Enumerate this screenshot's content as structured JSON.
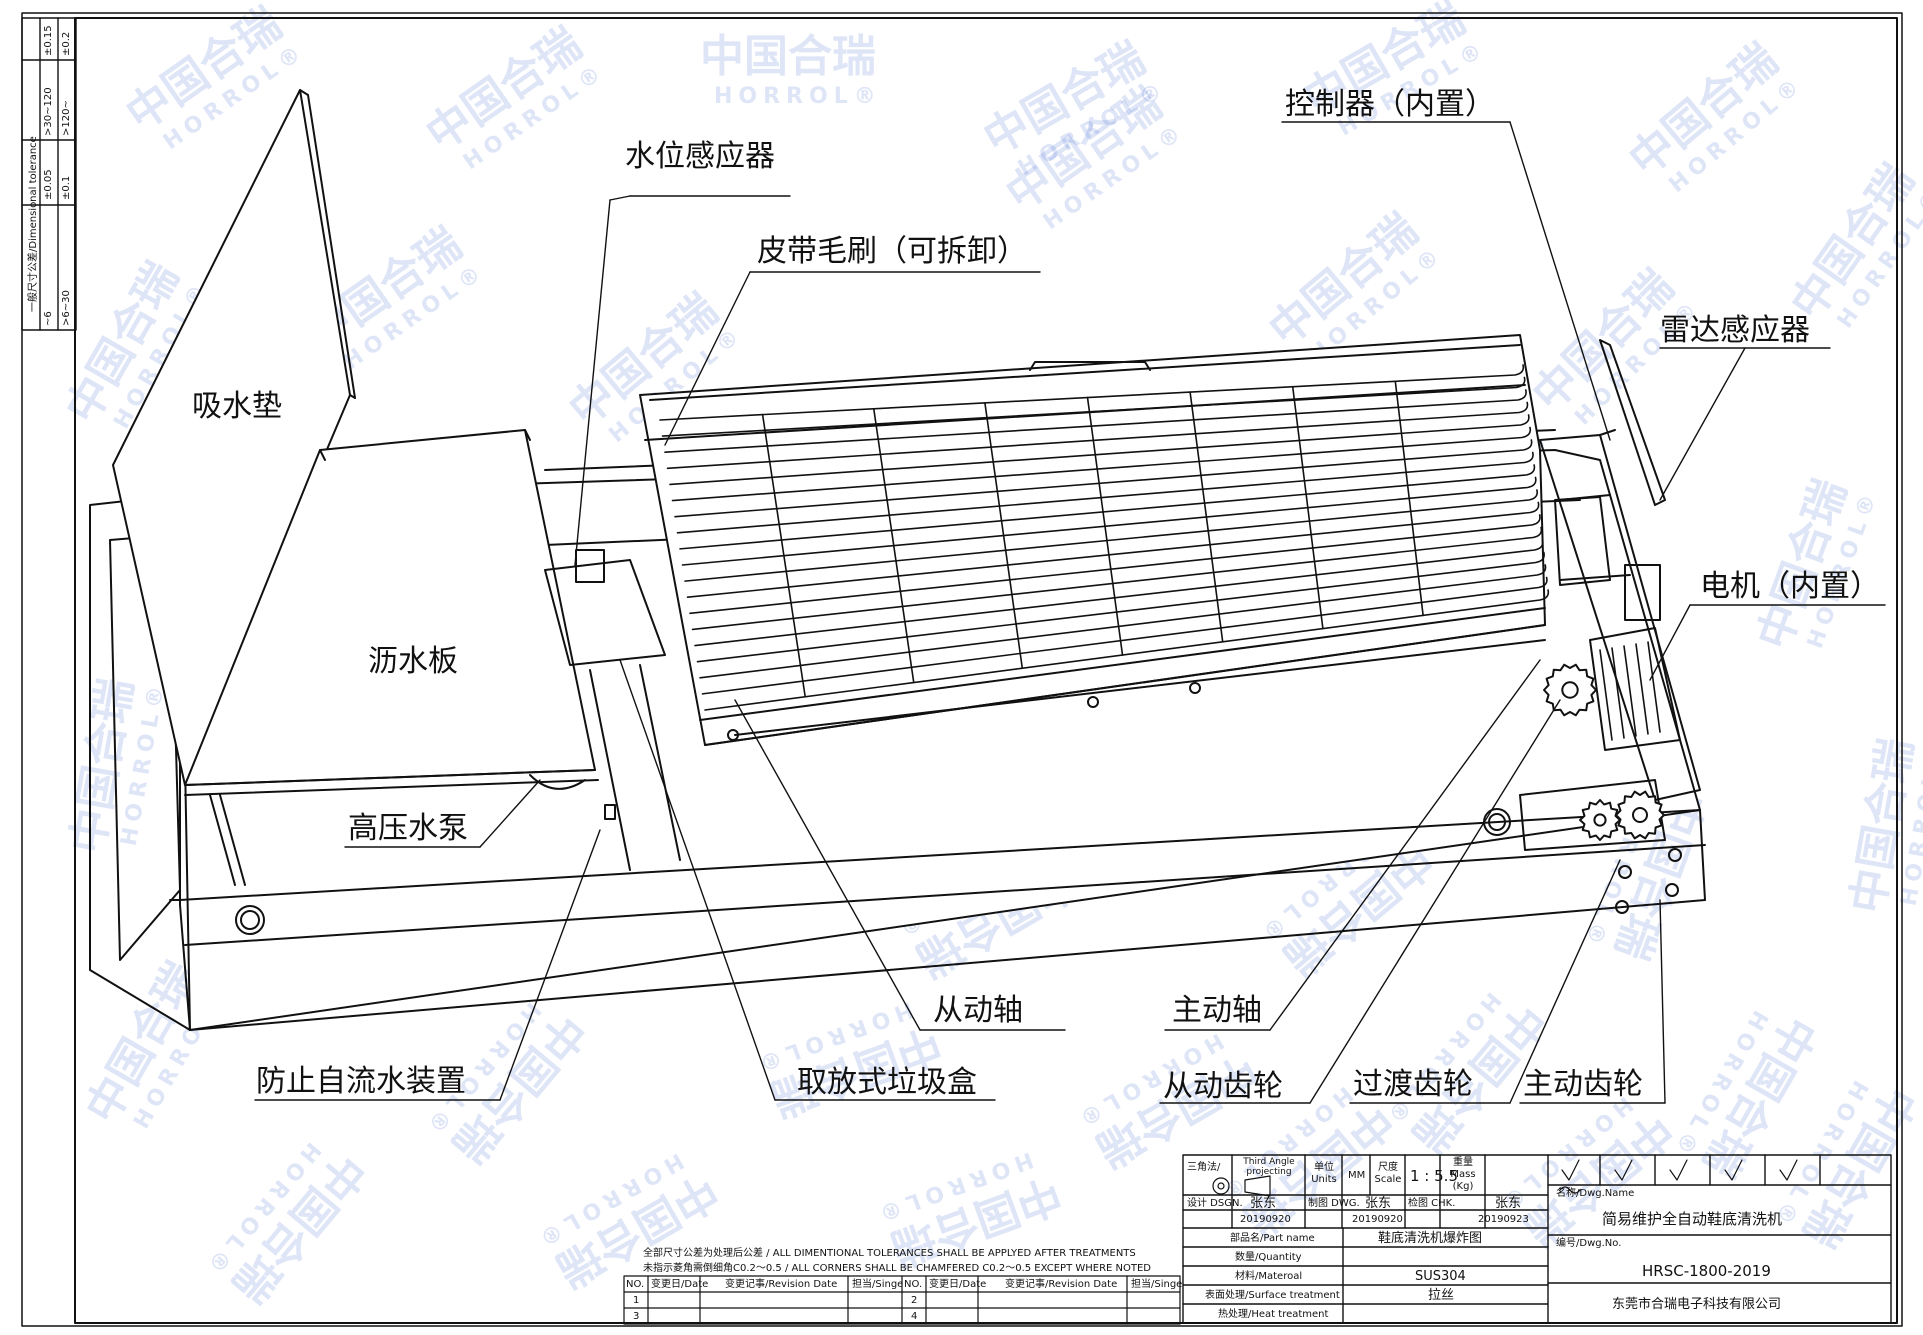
{
  "watermark": {
    "cn": "中国合瑞",
    "en": "HORROL®"
  },
  "labels": {
    "water_level_sensor": "水位感应器",
    "belt_brush": "皮带毛刷（可拆卸）",
    "controller": "控制器（内置）",
    "radar_sensor": "雷达感应器",
    "motor": "电机（内置）",
    "absorbent_pad": "吸水垫",
    "drain_board": "沥水板",
    "hp_pump": "高压水泵",
    "anti_selfflow": "防止自流水装置",
    "removable_bin": "取放式垃圾盒",
    "driven_shaft": "从动轴",
    "drive_shaft": "主动轴",
    "driven_gear": "从动齿轮",
    "transition_gear": "过渡齿轮",
    "drive_gear": "主动齿轮"
  },
  "tolerance": {
    "title": "一般尺寸公差/Dimensional tolerance",
    "r1": [
      "~6",
      "±0.05",
      ">30~120",
      "±0.15"
    ],
    "r2": [
      ">6~30",
      "±0.1",
      ">120~",
      "±0.2"
    ]
  },
  "notes": {
    "line1": "全部尺寸公差为处理后公差 / ALL DIMENTIONAL TOLERANCES SHALL BE APPLYED AFTER TREATMENTS",
    "line2": "未指示菱角需倒细角C0.2～0.5 / ALL CORNERS SHALL BE CHAMFERED C0.2～0.5 EXCEPT WHERE NOTED"
  },
  "revision": {
    "no": "NO.",
    "date": "变更日/Date",
    "record": "变更记事/Revision Date",
    "sign": "担当/Singe",
    "rows_left": [
      "1",
      "3"
    ],
    "rows_right": [
      "2",
      "4"
    ]
  },
  "titleblock": {
    "projection": "三角法/",
    "projection_type": "Third Angle projecting",
    "unit_label": "单位 Units",
    "unit": "MM",
    "scale_label": "尺度 Scale",
    "scale": "1 : 5.5",
    "mass_label": "重量 Mass (Kg)",
    "design_label": "设计 DSGN.",
    "designer": "张东",
    "design_date": "20190920",
    "draw_label": "制图 DWG.",
    "drawer": "张东",
    "draw_date": "20190920",
    "check_label": "检图 CHK.",
    "checker": "张东",
    "check_date": "20190923",
    "part_label": "部品名/Part name",
    "part_name": "鞋底清洗机爆炸图",
    "qty_label": "数量/Quantity",
    "material_label": "材料/Materoal",
    "material": "SUS304",
    "surface_label": "表面处理/Surface treatment",
    "surface": "拉丝",
    "heat_label": "热处理/Heat treatment",
    "name_label": "名称/Dwg.Name",
    "dwg_name": "简易维护全自动鞋底清洗机",
    "no_label": "编号/Dwg.No.",
    "dwg_no": "HRSC-1800-2019",
    "company": "东莞市合瑞电子科技有限公司"
  }
}
